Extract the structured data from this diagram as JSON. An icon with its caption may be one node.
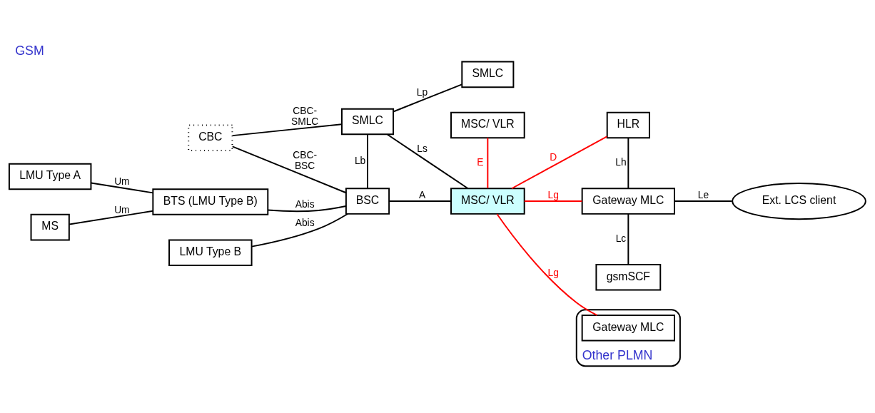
{
  "diagram": {
    "title": "GSM",
    "nodes": [
      {
        "text": [
          "LMU Type A"
        ]
      },
      {
        "text": [
          "CBC"
        ]
      },
      {
        "text": [
          "SMLC"
        ]
      },
      {
        "text": [
          "SMLC"
        ]
      },
      {
        "text": [
          "MSC/ VLR"
        ]
      },
      {
        "text": [
          "HLR"
        ]
      },
      {
        "text": [
          "MS"
        ]
      },
      {
        "text": [
          "BTS (LMU Type B)"
        ]
      },
      {
        "text": [
          "BSC"
        ]
      },
      {
        "text": [
          "MSC/ VLR"
        ]
      },
      {
        "text": [
          "Gateway MLC"
        ]
      },
      {
        "text": [
          "Ext. LCS client"
        ]
      },
      {
        "text": [
          "Other PLMN"
        ]
      },
      {
        "text": [
          "Gateway MLC"
        ],
        "in": 12
      },
      {
        "text": [
          "LMU Type B"
        ]
      },
      {
        "text": [
          "gsmSCF"
        ]
      }
    ],
    "edges": [
      {
        "from": 1,
        "to": 2,
        "arrow": "none",
        "label": "CBC- SMLC"
      },
      {
        "from": 2,
        "to": 3,
        "arrow": "none",
        "label": "Lp"
      },
      {
        "from": 0,
        "to": 7,
        "arrow": "none",
        "label": "Um"
      },
      {
        "from": 6,
        "to": 7,
        "arrow": "none",
        "label": "Um"
      },
      {
        "from": 1,
        "to": 8,
        "arrow": "none",
        "label": "CBC- BSC"
      },
      {
        "from": 2,
        "to": 8,
        "arrow": "none",
        "label": "Lb"
      },
      {
        "from": 2,
        "to": 9,
        "arrow": "none",
        "label": "Ls"
      },
      {
        "from": 4,
        "to": 9,
        "arrow": "none",
        "label": "E",
        "color": "#ff0000"
      },
      {
        "from": 5,
        "to": 9,
        "arrow": "none",
        "label": "D",
        "color": "#ff0000"
      },
      {
        "from": 5,
        "to": 10,
        "arrow": "none",
        "label": "Lh"
      },
      {
        "from": 7,
        "to": 8,
        "arrow": "none",
        "label": "Abis"
      },
      {
        "from": 8,
        "to": 9,
        "arrow": "none",
        "label": "A"
      },
      {
        "from": 9,
        "to": 10,
        "arrow": "none",
        "label": "Lg",
        "color": "#ff0000"
      },
      {
        "from": 10,
        "to": 11,
        "arrow": "none",
        "label": "Le"
      },
      {
        "from": 9,
        "to": 13,
        "arrow": "none",
        "label": "Lg",
        "color": "#ff0000"
      },
      {
        "from": 10,
        "to": 15,
        "arrow": "none",
        "label": "Lc"
      },
      {
        "from": 8,
        "to": 14,
        "arrow": "none",
        "label": "Abis"
      }
    ]
  }
}
